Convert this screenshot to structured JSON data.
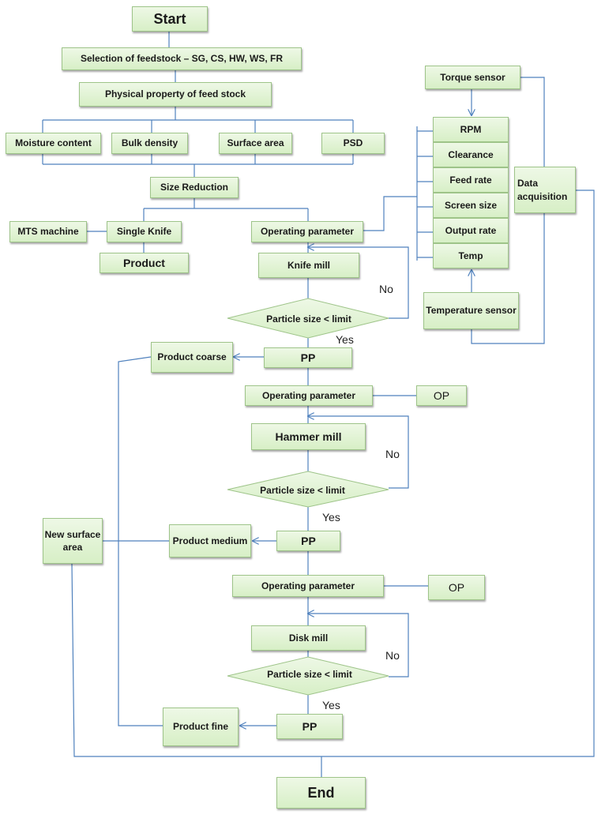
{
  "nodes": {
    "start": "Start",
    "selection": "Selection of feedstock – SG, CS, HW, WS, FR",
    "physical": "Physical property of feed stock",
    "moisture": "Moisture content",
    "bulk": "Bulk density",
    "surface": "Surface area",
    "psd": "PSD",
    "size_reduction": "Size Reduction",
    "mts": "MTS machine",
    "single_knife": "Single Knife",
    "product": "Product",
    "op_param_1": "Operating parameter",
    "knife_mill": "Knife mill",
    "decision_1": "Particle size < limit",
    "pp_1": "PP",
    "product_coarse": "Product coarse",
    "op_param_2": "Operating parameter",
    "op_2": "OP",
    "hammer_mill": "Hammer mill",
    "decision_2": "Particle size < limit",
    "pp_2": "PP",
    "product_medium": "Product medium",
    "new_surface": "New surface area",
    "op_param_3": "Operating parameter",
    "op_3": "OP",
    "disk_mill": "Disk mill",
    "decision_3": "Particle size < limit",
    "pp_3": "PP",
    "product_fine": "Product fine",
    "end": "End",
    "torque": "Torque sensor",
    "rpm": "RPM",
    "clearance": "Clearance",
    "feed_rate": "Feed rate",
    "screen_size": "Screen size",
    "output_rate": "Output rate",
    "temp": "Temp",
    "temp_sensor": "Temperature sensor",
    "data_acq": "Data acquisition"
  },
  "labels": {
    "no_1": "No",
    "yes_1": "Yes",
    "no_2": "No",
    "yes_2": "Yes",
    "no_3": "No",
    "yes_3": "Yes"
  },
  "colors": {
    "line": "#4f81bd",
    "box_fill": "#dcefcd",
    "box_border": "#9ec489"
  }
}
